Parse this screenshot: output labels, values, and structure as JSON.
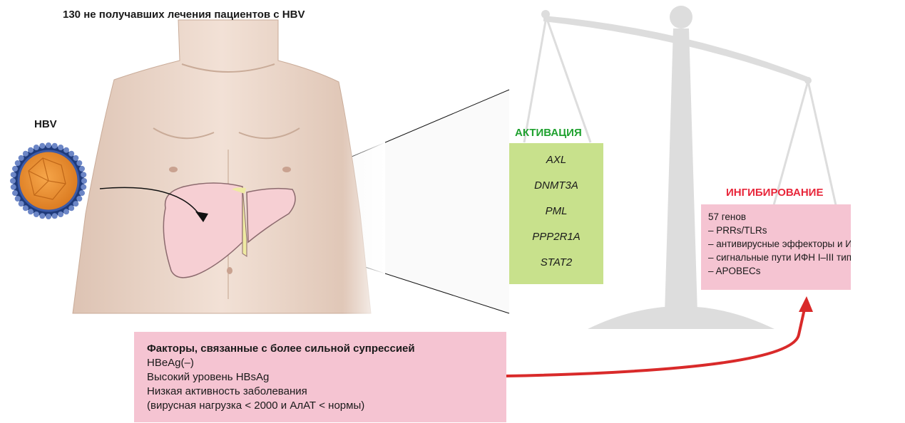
{
  "title": "130 не получавших лечения пациентов с HBV",
  "virus_label": "HBV",
  "activation": {
    "heading": "АКТИВАЦИЯ",
    "genes": [
      "AXL",
      "DNMT3A",
      "PML",
      "PPP2R1A",
      "STAT2"
    ],
    "heading_color": "#1fa12f",
    "box_color": "#c8e18c"
  },
  "inhibition": {
    "heading": "ИНГИБИРОВАНИЕ",
    "lines": [
      "57 генов",
      "– PRRs/TLRs",
      "– антивирусные эффекторы и ИСГ",
      "– сигнальные пути ИФН I–III типа",
      "– APOBECs"
    ],
    "heading_color": "#e8263a",
    "box_color": "#f5c4d2"
  },
  "factors": {
    "heading": "Факторы, связанные с более сильной супрессией",
    "lines": [
      "HBeAg(–)",
      "Высокий уровень HBsAg",
      "Низкая активность заболевания",
      "(вирусная нагрузка < 2000 и АлАТ < нормы)"
    ],
    "box_color": "#f5c4d2"
  },
  "arrow_color": "#d92a2a",
  "icons": [
    "torso-illustration",
    "liver-illustration",
    "hbv-virus-icon",
    "balance-scale-icon"
  ]
}
